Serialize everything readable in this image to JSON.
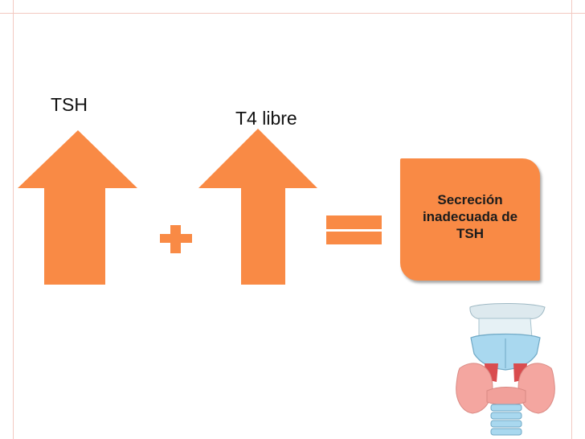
{
  "labels": {
    "tsh": "TSH",
    "t4": "T4 libre"
  },
  "result": {
    "text": "Secreción inadecuada de TSH"
  },
  "colors": {
    "arrow_fill": "#f98a45",
    "frame_line": "#f3c9c1",
    "thyroid_lobe": "#f4a6a0",
    "cartilage": "#a9d8ef"
  },
  "icons": {
    "up_arrow": "up-arrow-icon",
    "plus": "plus-icon",
    "equals": "equals-icon",
    "thyroid": "thyroid-gland-illustration"
  }
}
